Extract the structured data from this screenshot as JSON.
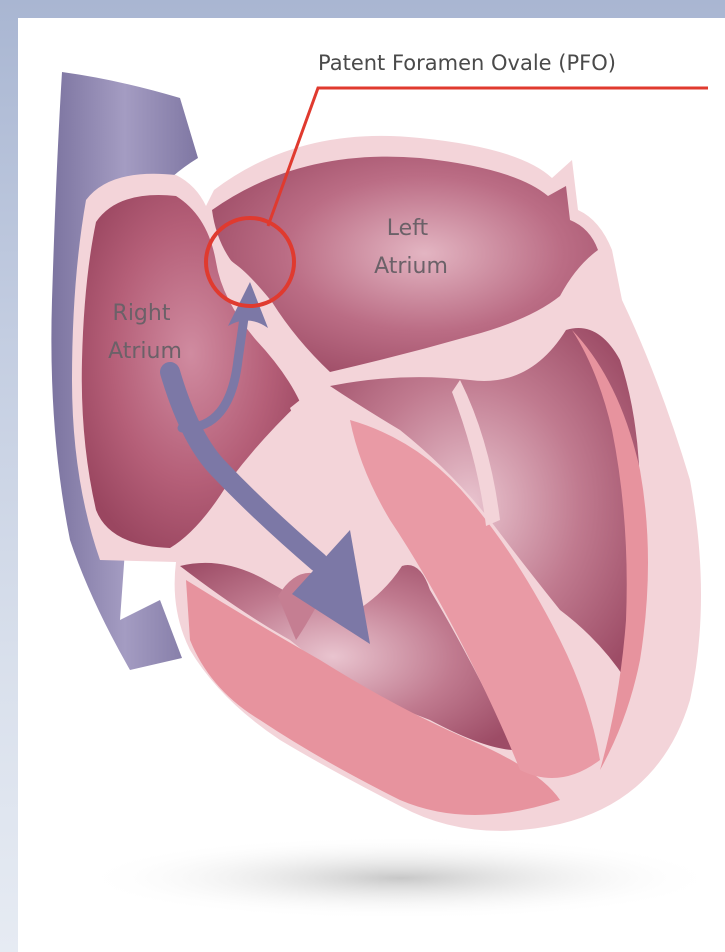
{
  "labels": {
    "pfo": "Patent Foramen Ovale (PFO)",
    "left_atrium": [
      "Left",
      "Atrium"
    ],
    "right_atrium": [
      "Right",
      "Atrium"
    ]
  },
  "colors": {
    "frame": "#b6c1d9",
    "heart_outline": "#f3d4d9",
    "atrium_dark": "#b05a73",
    "ventricle_pink": "#e7939e",
    "vena_cava": "#8f86ae",
    "arrow": "#7c78a6",
    "highlight": "#e03a2f"
  }
}
